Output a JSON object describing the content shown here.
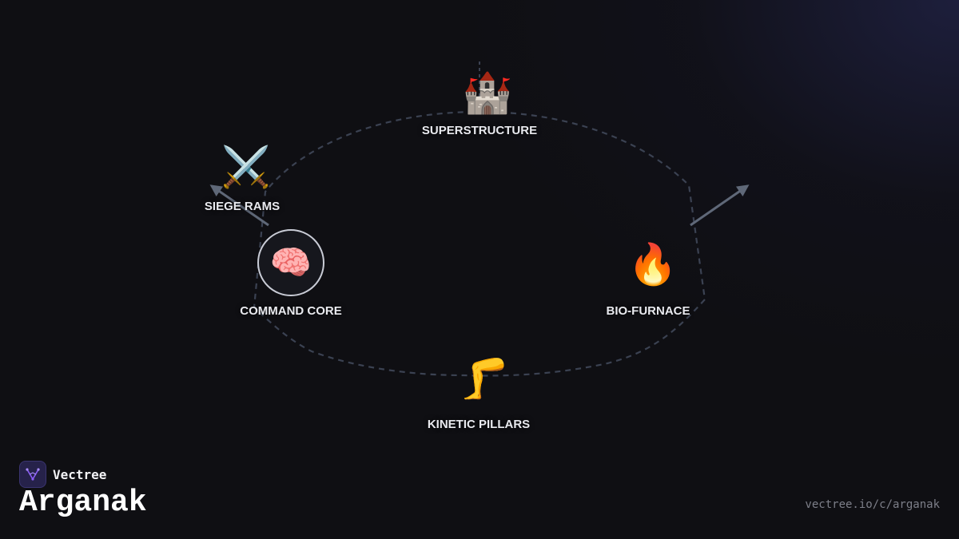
{
  "brand": {
    "name": "Vectree",
    "logo_icon": "vectree-logo-icon",
    "accent": "#8b5cf6"
  },
  "page": {
    "title": "Arganak",
    "url": "vectree.io/c/arganak"
  },
  "nodes": [
    {
      "id": "superstructure",
      "label": "SUPERSTRUCTURE",
      "icon": "castle-icon",
      "emoji": "🏰"
    },
    {
      "id": "siege_rams",
      "label": "SIEGE RAMS",
      "icon": "crossed-swords-icon",
      "emoji": "⚔️"
    },
    {
      "id": "command_core",
      "label": "COMMAND CORE",
      "icon": "brain-icon",
      "emoji": "🧠"
    },
    {
      "id": "bio_furnace",
      "label": "BIO-FURNACE",
      "icon": "fire-icon",
      "emoji": "🔥"
    },
    {
      "id": "kinetic_pillars",
      "label": "KINETIC PILLARS",
      "icon": "leg-icon",
      "emoji": "🦵"
    }
  ],
  "colors": {
    "background": "#0f0f13",
    "outline": "#3b4252",
    "arrow": "#5f6878",
    "label": "#e9eaef"
  }
}
